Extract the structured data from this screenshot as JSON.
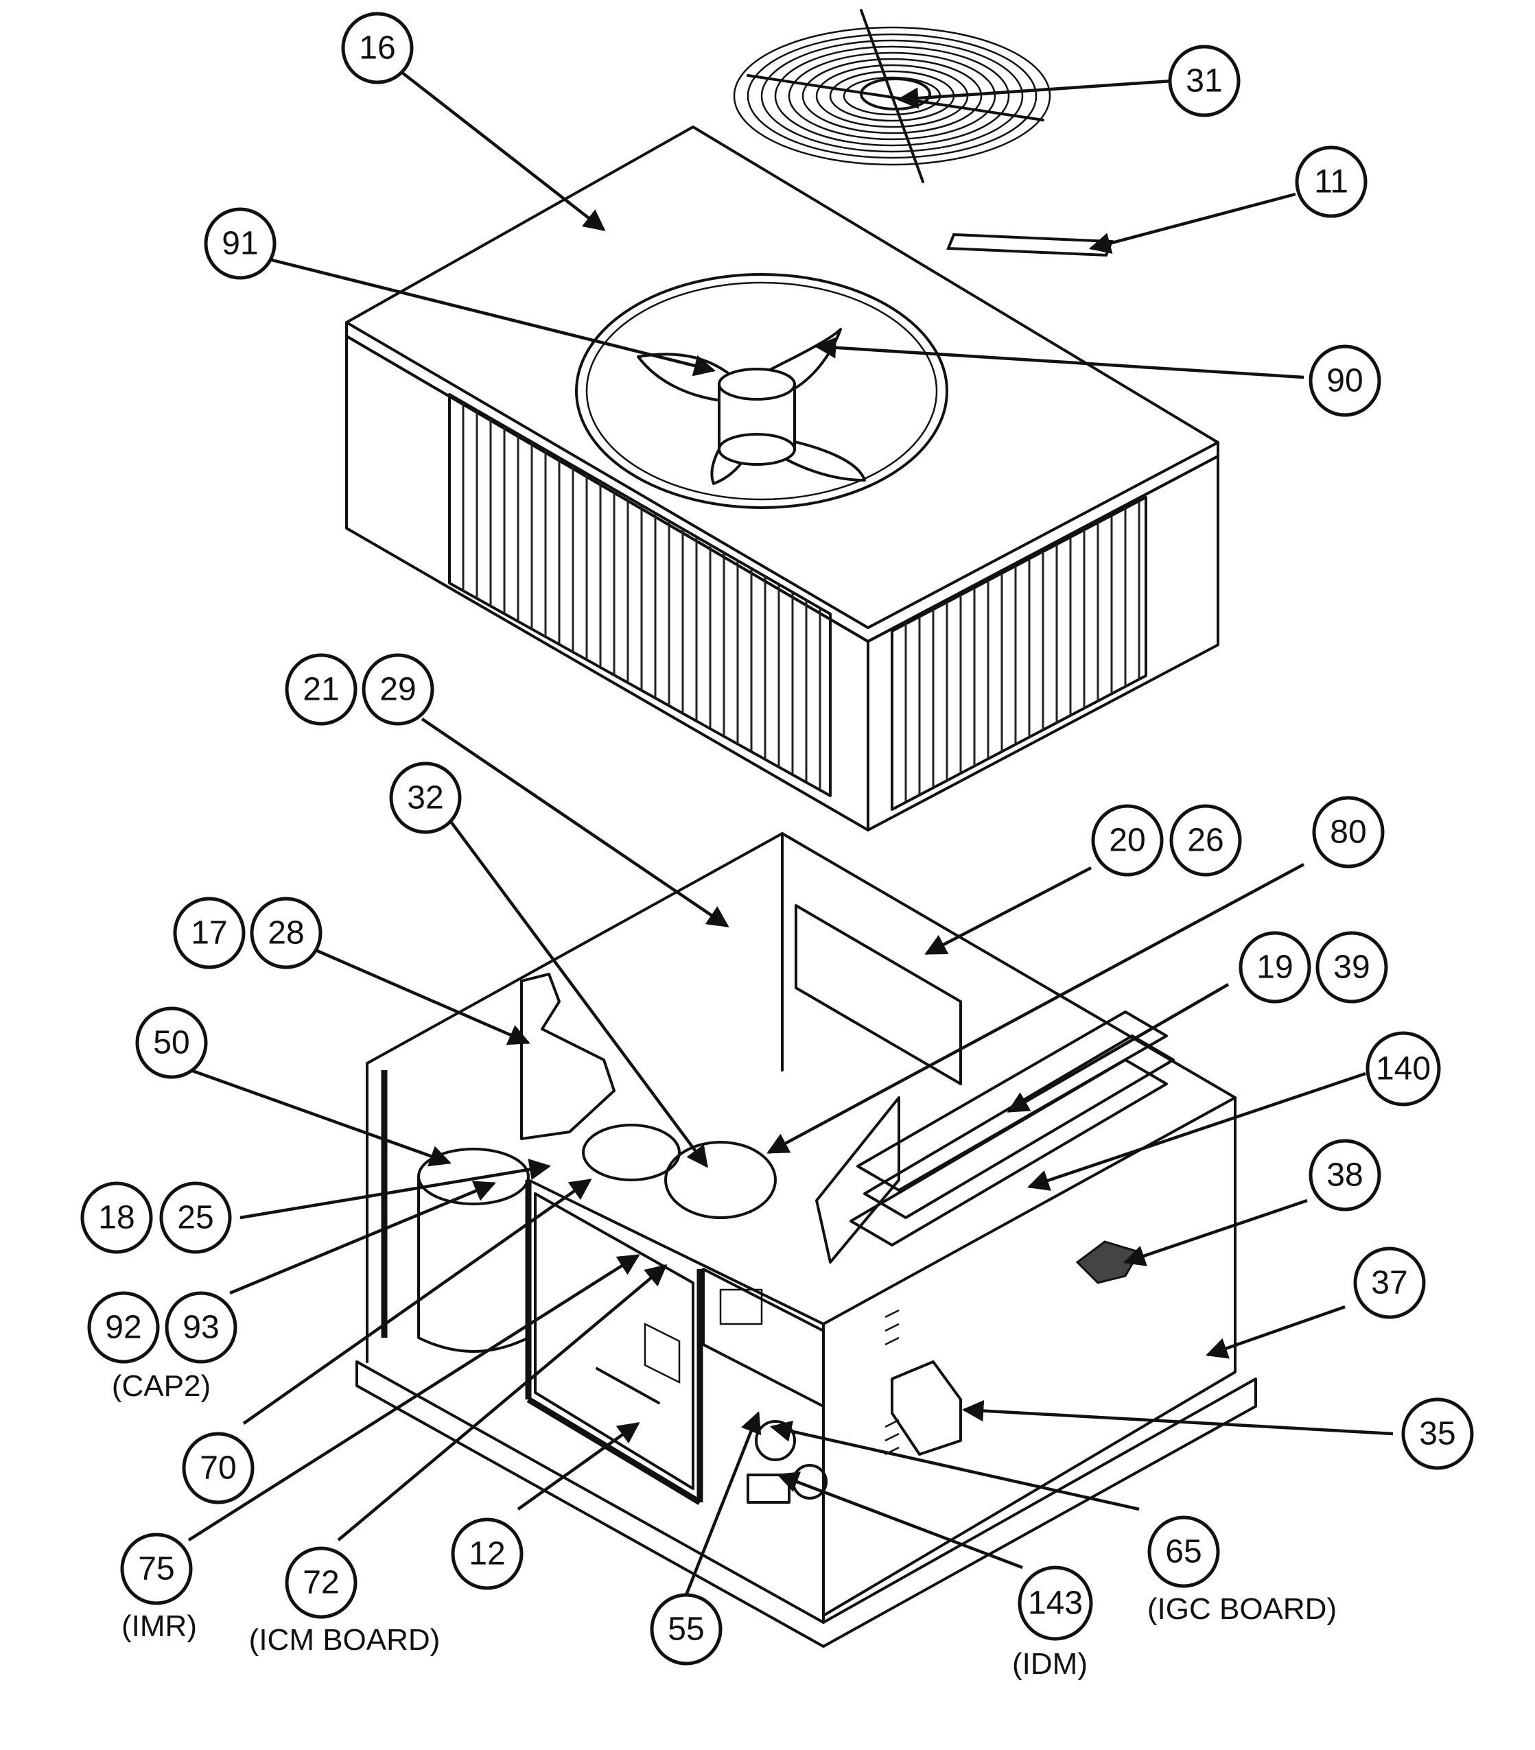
{
  "callouts": [
    {
      "id": "c16",
      "label": "16"
    },
    {
      "id": "c31",
      "label": "31"
    },
    {
      "id": "c11",
      "label": "11"
    },
    {
      "id": "c91",
      "label": "91"
    },
    {
      "id": "c90",
      "label": "90"
    },
    {
      "id": "c21",
      "label": "21"
    },
    {
      "id": "c29",
      "label": "29"
    },
    {
      "id": "c32",
      "label": "32"
    },
    {
      "id": "c20",
      "label": "20"
    },
    {
      "id": "c26",
      "label": "26"
    },
    {
      "id": "c80",
      "label": "80"
    },
    {
      "id": "c17",
      "label": "17"
    },
    {
      "id": "c28",
      "label": "28"
    },
    {
      "id": "c19",
      "label": "19"
    },
    {
      "id": "c39",
      "label": "39"
    },
    {
      "id": "c50",
      "label": "50"
    },
    {
      "id": "c140",
      "label": "140"
    },
    {
      "id": "c38",
      "label": "38"
    },
    {
      "id": "c18",
      "label": "18"
    },
    {
      "id": "c25",
      "label": "25"
    },
    {
      "id": "c37",
      "label": "37"
    },
    {
      "id": "c92",
      "label": "92"
    },
    {
      "id": "c93",
      "label": "93"
    },
    {
      "id": "c35",
      "label": "35"
    },
    {
      "id": "c70",
      "label": "70"
    },
    {
      "id": "c65",
      "label": "65"
    },
    {
      "id": "c75",
      "label": "75"
    },
    {
      "id": "c72",
      "label": "72"
    },
    {
      "id": "c12",
      "label": "12"
    },
    {
      "id": "c143",
      "label": "143"
    },
    {
      "id": "c55",
      "label": "55"
    }
  ],
  "captions": {
    "cap2": "(CAP2)",
    "imr": "(IMR)",
    "icm": "(ICM BOARD)",
    "igc": "(IGC BOARD)",
    "idm": "(IDM)"
  }
}
